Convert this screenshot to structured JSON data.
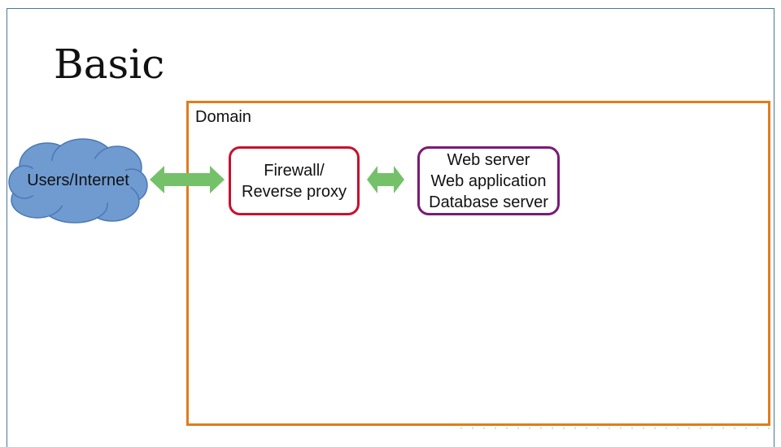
{
  "title": "Basic",
  "domain_label": "Domain",
  "nodes": {
    "cloud": {
      "label": "Users/Internet"
    },
    "firewall": {
      "lines": [
        "Firewall/",
        "Reverse proxy"
      ]
    },
    "server": {
      "lines": [
        "Web server",
        "Web application",
        "Database server"
      ]
    }
  },
  "colors": {
    "domain_border": "#e07c1c",
    "firewall_border": "#c8102e",
    "server_border": "#7a1a78",
    "cloud_fill": "#6f9bd1",
    "cloud_stroke": "#4b78b4",
    "arrow_fill": "#74c16a"
  },
  "connectors": [
    {
      "from": "cloud",
      "to": "firewall",
      "type": "bidirectional-arrow"
    },
    {
      "from": "firewall",
      "to": "server",
      "type": "bidirectional-arrow"
    }
  ]
}
